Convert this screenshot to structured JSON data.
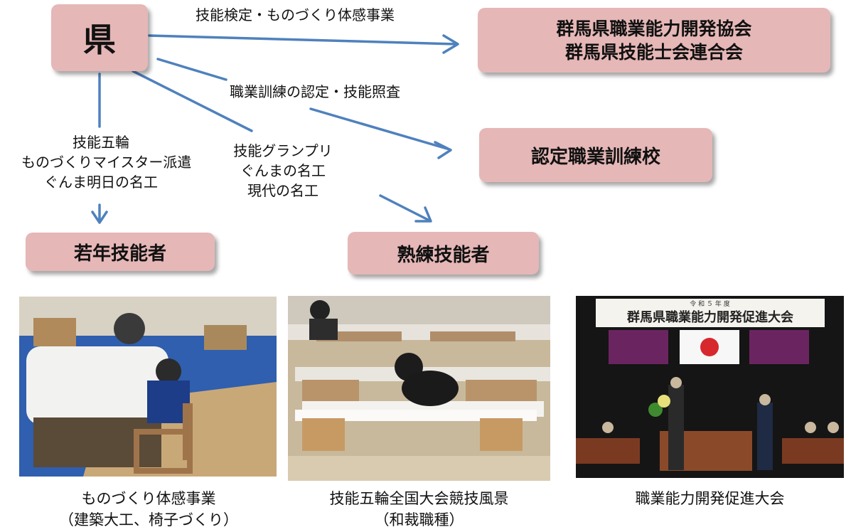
{
  "boxes": {
    "prefecture": "県",
    "association_line1": "群馬県職業能力開発協会",
    "association_line2": "群馬県技能士会連合会",
    "training_school": "認定職業訓練校",
    "young_workers": "若年技能者",
    "skilled_workers": "熟練技能者"
  },
  "arrow_labels": {
    "to_association": "技能検定・ものづくり体感事業",
    "to_school": "職業訓練の認定・技能照査",
    "to_young": [
      "技能五輪",
      "ものづくりマイスター派遣",
      "ぐんま明日の名工"
    ],
    "to_skilled": [
      "技能グランプリ",
      "ぐんまの名工",
      "現代の名工"
    ]
  },
  "photos": {
    "p3_banner_small": "令 和 ５ 年 度",
    "p3_banner_title": "群馬県職業能力開発促進大会"
  },
  "captions": {
    "photo1": [
      "ものづくり体感事業",
      "（建築大工、椅子づくり）"
    ],
    "photo2": [
      "技能五輪全国大会競技風景",
      "（和裁職種）"
    ],
    "photo3": [
      "職業能力開発促進大会"
    ]
  },
  "colors": {
    "box_fill": "#e6b7b7",
    "arrow": "#4f81bd"
  }
}
